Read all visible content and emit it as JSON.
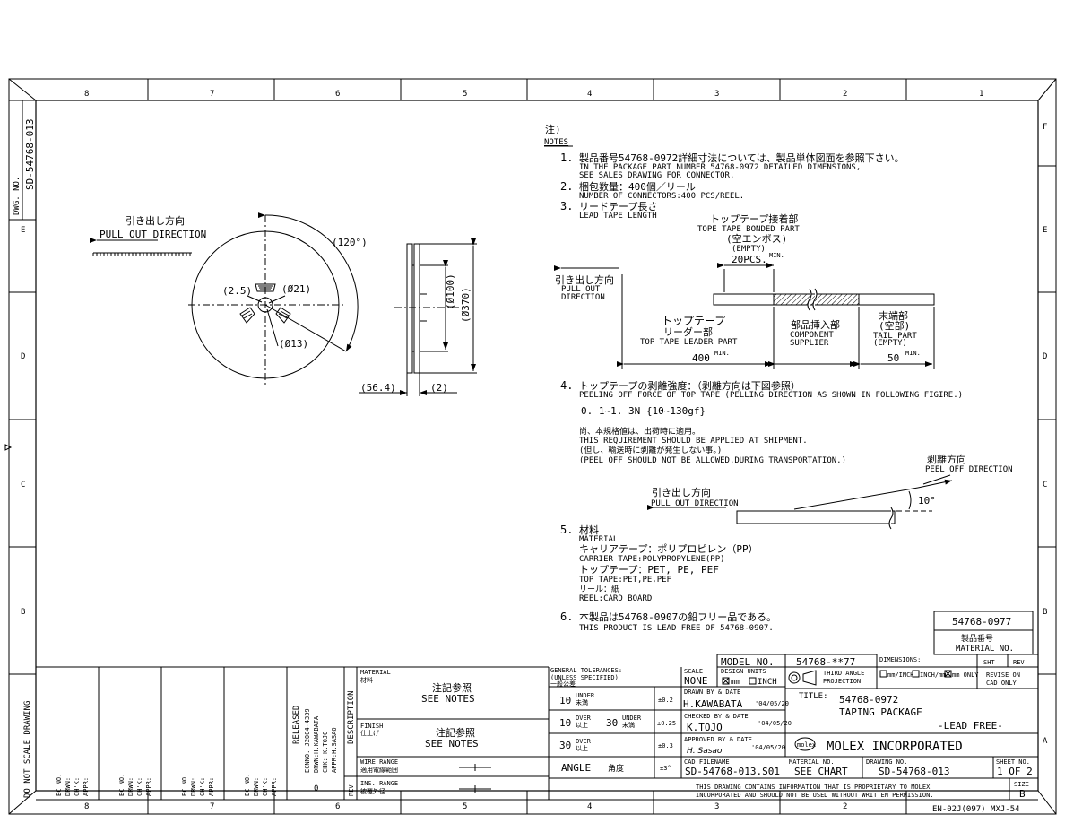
{
  "border": {
    "top_cols": [
      "8",
      "7",
      "6",
      "5",
      "4",
      "3",
      "2",
      "1"
    ],
    "bottom_cols": [
      "8",
      "7",
      "6",
      "5",
      "4",
      "3",
      "2",
      "1"
    ],
    "left_rows": [
      "E",
      "D",
      "C",
      "B"
    ],
    "right_rows": [
      "F",
      "E",
      "D",
      "C",
      "B",
      "A"
    ],
    "dwg_no_label": "DWG. NO.",
    "dwg_no_vertical": "SD-54768-013",
    "do_not_scale": "DO NOT SCALE DRAWING",
    "footer_code": "EN-02J(097) MXJ-54"
  },
  "reel_view": {
    "pull_out_jp": "引き出し方向",
    "pull_out_en": "PULL OUT DIRECTION",
    "angle": "(120°)",
    "dim_2_5": "(2.5)",
    "dim_21": "(Ø21)",
    "dim_13": "(Ø13)",
    "dim_100": "(Ø100)",
    "dim_370": "(Ø370)",
    "dim_56_4": "(56.4)",
    "dim_2": "(2)"
  },
  "notes": {
    "header_jp": "注)",
    "header_en": "NOTES",
    "n1_num": "1.",
    "n1_jp": "製品番号54768-0972詳細寸法については、製品単体図面を参照下さい。",
    "n1_en1": "IN THE PACKAGE PART NUMBER 54768-0972 DETAILED DIMENSIONS,",
    "n1_en2": "SEE SALES DRAWING FOR CONNECTOR.",
    "n2_num": "2.",
    "n2_jp": "梱包数量：400個／リール",
    "n2_en": "NUMBER OF CONNECTORS:400 PCS/REEL.",
    "n3_num": "3.",
    "n3_jp": "リードテープ長さ",
    "n3_en": "LEAD TAPE LENGTH",
    "n4_num": "4.",
    "n4_jp": "トップテープの剥離強度：（剥離方向は下図参照）",
    "n4_en": "PEELING OFF FORCE OF TOP TAPE (PELLING DIRECTION AS SHOWN IN FOLLOWING FIGIRE.)",
    "n4_value": "0. 1~1. 3N {10~130gf}",
    "n4_note_jp": "尚、本規格値は、出荷時に適用。",
    "n4_note_en": "THIS REQUIREMENT SHOULD BE APPLIED AT SHIPMENT.",
    "n4_note2_jp": "(但し、輸送時に剥離が発生しない事。)",
    "n4_note2_en": "(PEEL OFF SHOULD NOT BE ALLOWED.DURING TRANSPORTATION.)",
    "n5_num": "5.",
    "n5_jp": "材料",
    "n5_en": "MATERIAL",
    "n5_carrier_jp": "キャリアテープ：ポリプロピレン（PP）",
    "n5_carrier_en": "CARRIER TAPE:POLYPROPYLENE(PP)",
    "n5_top_jp": "トップテープ：PET, PE, PEF",
    "n5_top_en": "TOP TAPE:PET,PE,PEF",
    "n5_reel_jp": "リール：紙",
    "n5_reel_en": "REEL:CARD BOARD",
    "n6_num": "6.",
    "n6_jp": "本製品は54768-0907の鉛フリー品である。",
    "n6_en": "THIS PRODUCT IS LEAD FREE OF 54768-0907."
  },
  "tape_diagram": {
    "bonded_jp": "トップテープ接着部",
    "bonded_en": "TOPE TAPE BONDED PART",
    "empty_jp": "(空エンボス)",
    "empty_en": "(EMPTY)",
    "pcs": "20PCS.",
    "min": "MIN.",
    "pull_jp": "引き出し方向",
    "pull_en1": "PULL OUT",
    "pull_en2": "DIRECTION",
    "leader_jp1": "トップテープ",
    "leader_jp2": "リーダー部",
    "leader_en": "TOP TAPE LEADER PART",
    "comp_jp": "部品挿入部",
    "comp_en1": "COMPONENT",
    "comp_en2": "SUPPLIER",
    "tail_jp1": "末端部",
    "tail_jp2": "(空部)",
    "tail_en": "TAIL PART",
    "tail_empty": "(EMPTY)",
    "len_400": "400",
    "len_50": "50",
    "min2": "MIN.",
    "min3": "MIN."
  },
  "peel_diagram": {
    "peel_jp": "剥離方向",
    "peel_en": "PEEL OFF DIRECTION",
    "pull_jp": "引き出し方向",
    "pull_en": "PULL OUT DIRECTION",
    "angle": "10°"
  },
  "part_box": {
    "part_no": "54768-0977",
    "label_jp": "製品番号",
    "label_en": "MATERIAL NO."
  },
  "title_block": {
    "material_en": "MATERIAL",
    "material_jp": "材料",
    "material_val_jp": "注記参照",
    "material_val_en": "SEE NOTES",
    "finish_en": "FINISH",
    "finish_jp": "仕上げ",
    "finish_val_jp": "注記参照",
    "finish_val_en": "SEE NOTES",
    "wire_en": "WIRE RANGE",
    "wire_jp": "適用電線範囲",
    "ins_en": "INS. RANGE",
    "ins_jp": "被覆外径",
    "rev_label": "REV",
    "desc_label": "DESCRIPTION",
    "released": "RELEASED",
    "ecn": "ECNNO. J2004-4339",
    "drwn": "DRWN:H.KAWABATA",
    "chk": "CHK: K.TOJO",
    "appr": "APPR:H.SASAO",
    "rev_zero": "0",
    "ec_no": "EC NO.",
    "drwn_lbl": "DRWN:",
    "chk_lbl": "CH'K:",
    "appr_lbl": "APPR:",
    "tol_title1": "GENERAL TOLERANCES:",
    "tol_title2": "(UNLESS SPECIFIED)",
    "tol_title3": "一般公差",
    "tol_r1_a": "10",
    "tol_r1_b": "UNDER",
    "tol_r1_c": "未満",
    "tol_r1_v": "±0.2",
    "tol_r2_a": "10",
    "tol_r2_b": "OVER",
    "tol_r2_c": "以上",
    "tol_r2_d": "30",
    "tol_r2_e": "UNDER",
    "tol_r2_f": "未満",
    "tol_r2_v": "±0.25",
    "tol_r3_a": "30",
    "tol_r3_b": "OVER",
    "tol_r3_c": "以上",
    "tol_r3_v": "±0.3",
    "angle_en": "ANGLE",
    "angle_jp": "角度",
    "angle_v": "±3°",
    "scale_lbl": "SCALE",
    "scale_val": "NONE",
    "drawn_lbl": "DRAWN BY & DATE",
    "drawn_val": "H.KAWABATA",
    "drawn_date": "'04/05/20",
    "checked_lbl": "CHECKED BY & DATE",
    "checked_val": "K.TOJO",
    "checked_date": "'04/05/20",
    "approved_lbl": "APPROVED BY & DATE",
    "approved_val": "H. Sasao",
    "approved_date": "'04/05/20",
    "cad_lbl": "CAD FILENAME",
    "cad_val": "SD-54768-013.S01",
    "model_lbl": "MODEL NO.",
    "model_val": "54768-**77",
    "design_units": "DESIGN UNITS",
    "unit_mm": "mm",
    "unit_inch": "INCH",
    "third_angle1": "THIRD ANGLE",
    "third_angle2": "PROJECTION",
    "dimensions_lbl": "DIMENSIONS:",
    "dim_mm_inch": "mm/INCH",
    "dim_inch_mm": "INCH/mm",
    "dim_mm_only": "mm ONLY",
    "sht": "SHT",
    "rev": "REV",
    "revise1": "REVISE ON",
    "revise2": "CAD ONLY",
    "title_lbl": "TITLE:",
    "title1": "54768-0972",
    "title2": "TAPING PACKAGE",
    "title3": "-LEAD FREE-",
    "company": "MOLEX INCORPORATED",
    "logo": "molex",
    "matno_lbl": "MATERIAL NO.",
    "matno_val": "SEE CHART",
    "dwgno_lbl": "DRAWING NO.",
    "dwgno_val": "SD-54768-013",
    "sheet_lbl": "SHEET NO.",
    "sheet_val": "1 OF 2",
    "prop1": "THIS DRAWING CONTAINS INFORMATION THAT IS PROPRIETARY TO MOLEX",
    "prop2": "INCORPORATED AND SHOULD NOT BE USED WITHOUT WRITTEN PERMISSION.",
    "size_lbl": "SIZE",
    "size_val": "B"
  }
}
